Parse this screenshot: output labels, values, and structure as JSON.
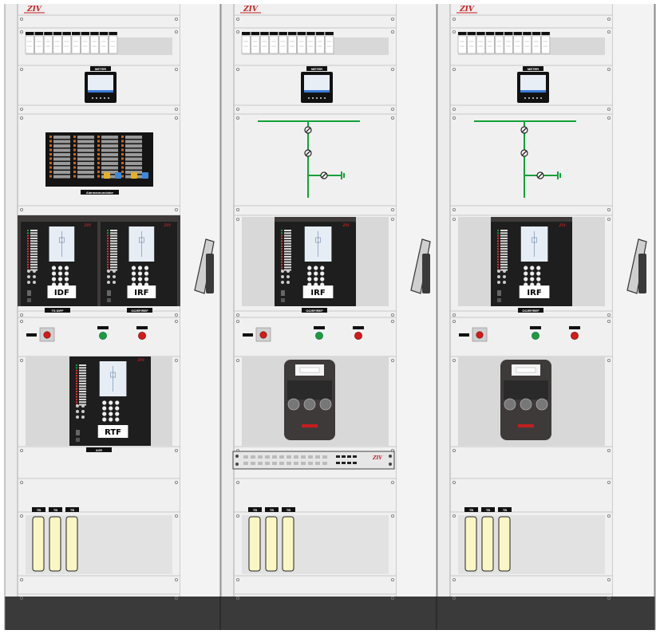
{
  "colors": {
    "background": "#ffffff",
    "panel": "#f0f0f0",
    "panel_line": "#c8c8c8",
    "panel_inset": "#d8d8d8",
    "plinth": "#3a3a3a",
    "relay_body": "#1e1e1e",
    "relay_case": "#3e3a3a",
    "relay_screen": "#e6edf5",
    "led_green": "#1f9a3c",
    "led_red": "#d61a1a",
    "busbar_green": "#13a13a",
    "ct_yellow": "#fbf7c5",
    "brand_red": "#c41e1e"
  },
  "brand": {
    "logo_text": "ZIV"
  },
  "cabinets": [
    {
      "meter_label": "METER",
      "annunciator_label": "Alarmannunciator",
      "relays": [
        {
          "id": "IDF",
          "caption": "TS DIFF"
        },
        {
          "id": "IRF",
          "caption": "OC/EF/REF"
        }
      ],
      "lower_relay": {
        "id": "RTF",
        "caption": "AVR"
      },
      "ct_labels": [
        "TB",
        "TB",
        "TB"
      ],
      "has_single_line": false,
      "has_energy_meter": false,
      "has_patch_panel": false
    },
    {
      "meter_label": "METER",
      "relays": [
        {
          "id": "IRF",
          "caption": "OC/EF/REF"
        }
      ],
      "ct_labels": [
        "TB",
        "TB",
        "TB"
      ],
      "has_single_line": true,
      "has_energy_meter": true,
      "has_patch_panel": true,
      "patch_panel_brand": "ZIV"
    },
    {
      "meter_label": "METER",
      "relays": [
        {
          "id": "IRF",
          "caption": "OC/EF/REF"
        }
      ],
      "ct_labels": [
        "TB",
        "TB",
        "TB"
      ],
      "has_single_line": true,
      "has_energy_meter": true,
      "has_patch_panel": false
    }
  ]
}
